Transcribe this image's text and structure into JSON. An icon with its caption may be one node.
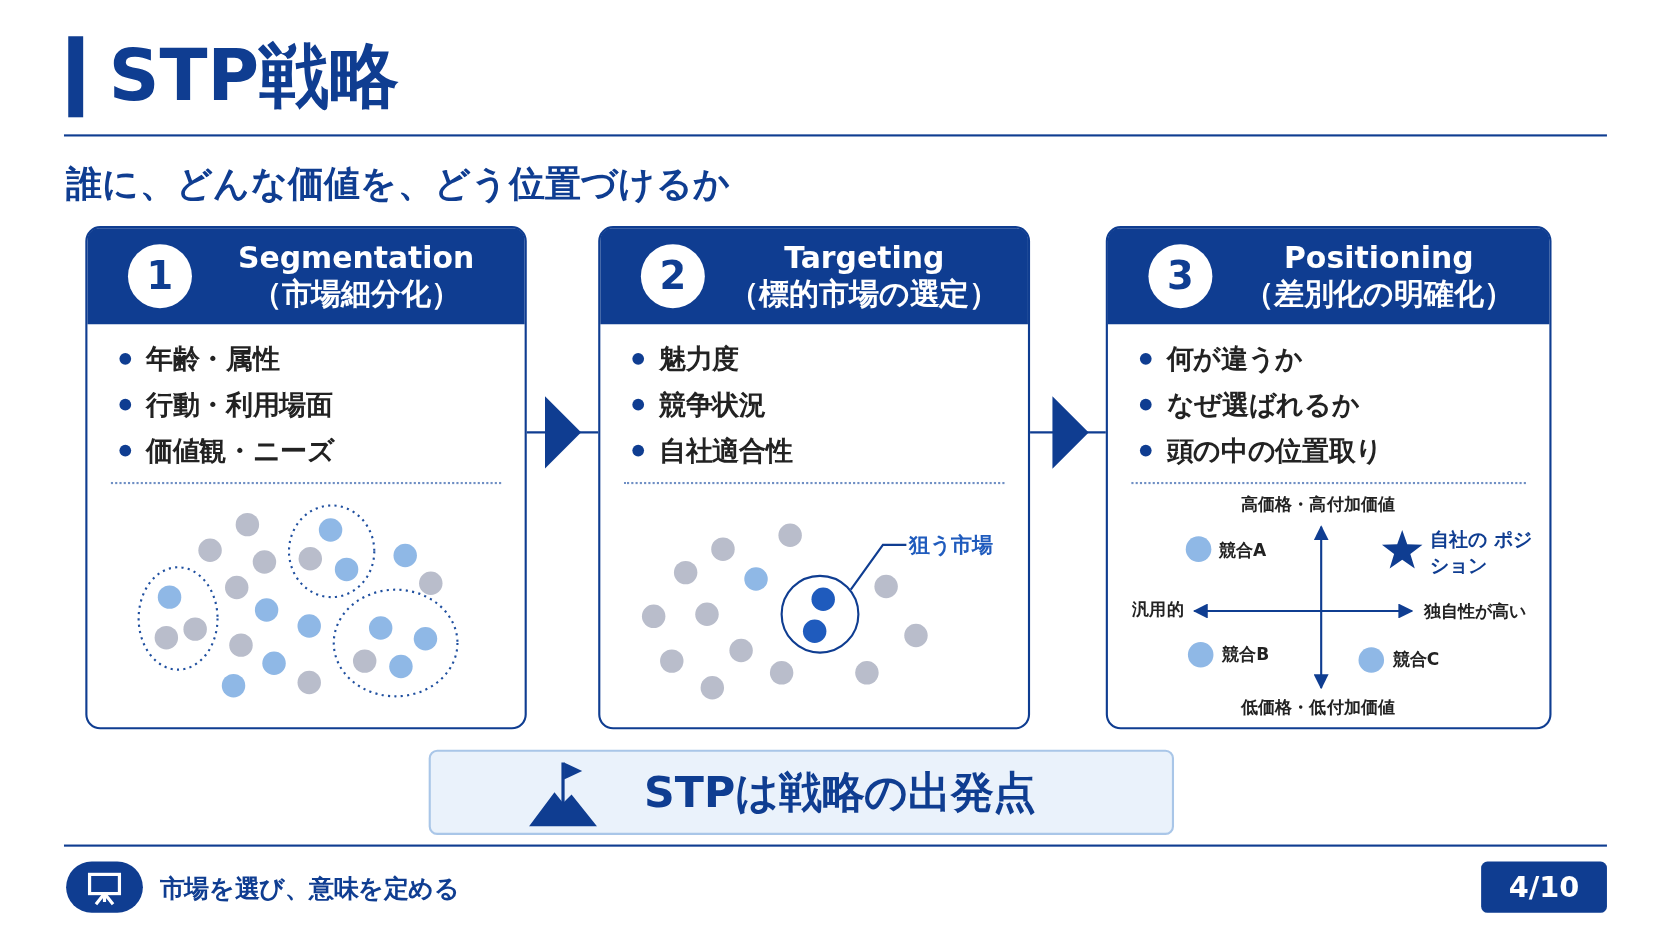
{
  "diagram": {
    "title": "STP戦略",
    "nodes": [
      {
        "text": [
          "1",
          "Segmentation （市場細分化）",
          "年齢・属性",
          "行動・利用場面",
          "価値観・ニーズ"
        ]
      },
      {
        "text": [
          "2",
          "Targeting （標的市場の選定）",
          "魅力度",
          "競争状況",
          "自社適合性"
        ]
      },
      {
        "text": [
          "3",
          "Positioning （差別化の明確化）",
          "何が違うか",
          "なぜ選ばれるか",
          "頭の中の位置取り"
        ]
      },
      {
        "text": [
          "狙う市場"
        ],
        "in": 1
      },
      {
        "text": [],
        "shape": "circle",
        "in": 1
      },
      {
        "text": [
          "STPは戦略の出発点"
        ]
      }
    ],
    "edges": [
      {
        "from": 0,
        "to": 1,
        "arrow": "to"
      },
      {
        "from": 1,
        "to": 2,
        "arrow": "to"
      },
      {
        "from": 3,
        "to": 4,
        "arrow": "none"
      }
    ],
    "labels": [
      "誰に、どんな価値を、どう位置づけるか",
      "高価格・高付加価値",
      "競合A",
      "自社の ポジション",
      "汎用的",
      "独自性が高い",
      "競合B",
      "競合C",
      "低価格・低付加価値",
      "市場を選び、意味を定める",
      "4/10"
    ]
  }
}
